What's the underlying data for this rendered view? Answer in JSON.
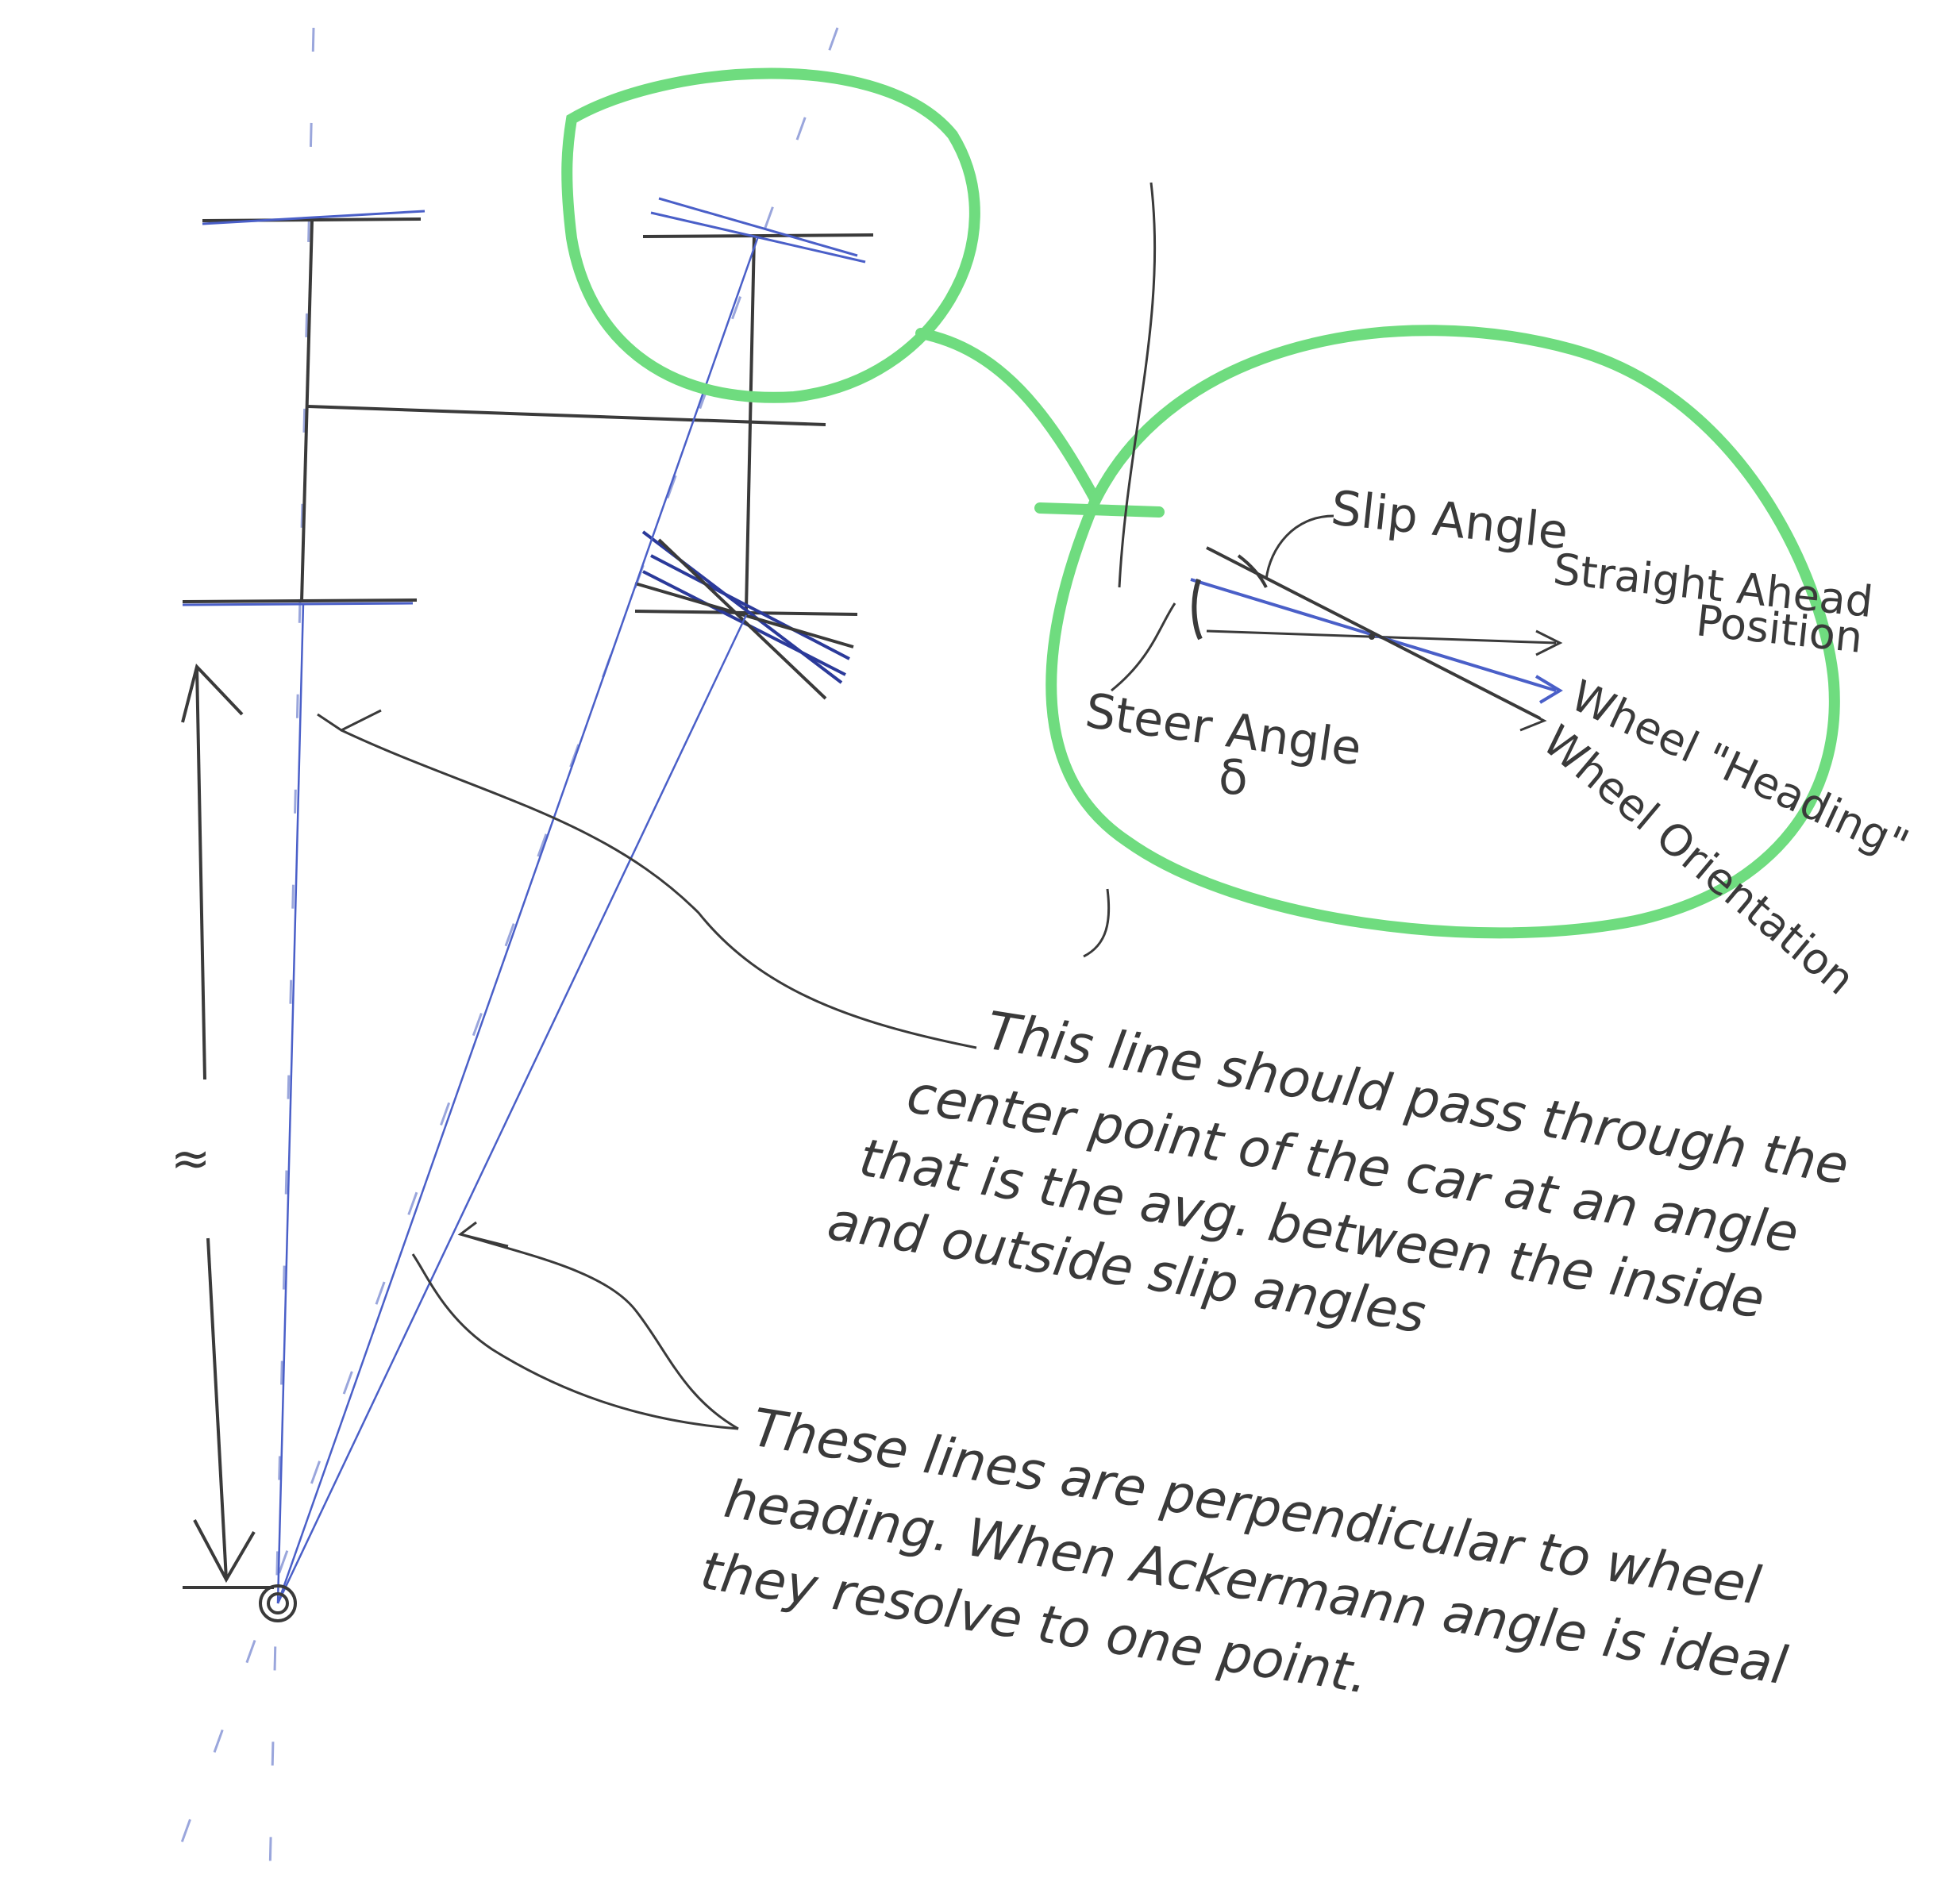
{
  "labels": {
    "slip_angle": "Slip Angle",
    "straight_ahead": "Straight Ahead",
    "position": "Position",
    "wheel_heading": "Wheel \"Heading\"",
    "wheel_orientation": "Wheel Orientation",
    "steer_angle": "Steer Angle",
    "delta_symbol": "δ",
    "length_symbol": "≈",
    "note_center_line": [
      "This line should pass through the",
      "center point of the car at an angle",
      "that is the avg. between the inside",
      "and outside slip angles"
    ],
    "note_perpendicular": [
      "These lines are perpendicular to wheel",
      "heading. When Ackermann angle is ideal",
      "they resolve to one point."
    ]
  },
  "colors": {
    "pencil": "#3a3a3a",
    "blue_pen": "#4a5fc8",
    "dark_blue": "#2b3a9a",
    "highlighter": "#6fdc7f",
    "faint": "#b9c1e6"
  }
}
